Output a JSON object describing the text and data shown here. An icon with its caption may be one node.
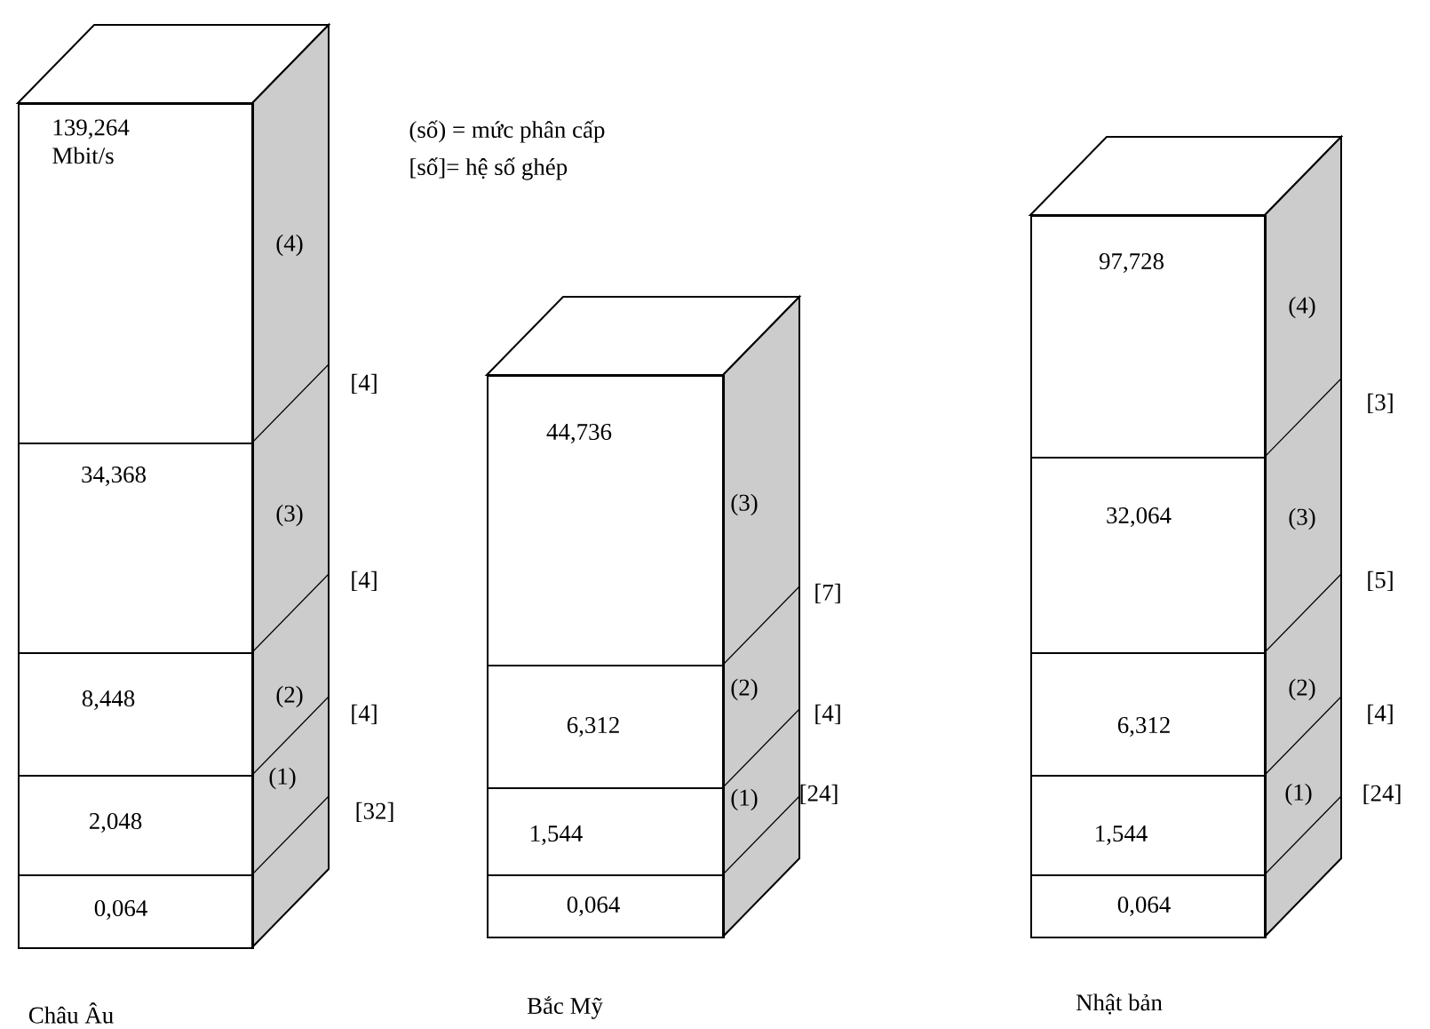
{
  "diagram": {
    "nodes": [
      {
        "text": [
          "139,264 Mbit/s"
        ]
      },
      {
        "text": [
          "34,368"
        ]
      },
      {
        "text": [
          "8,448"
        ]
      },
      {
        "text": [
          "2,048"
        ]
      },
      {
        "text": [
          "0,064"
        ]
      },
      {
        "text": [
          "44,736"
        ]
      },
      {
        "text": [
          "6,312"
        ]
      },
      {
        "text": [
          "1,544"
        ]
      },
      {
        "text": [
          "0,064"
        ]
      },
      {
        "text": [
          "97,728"
        ]
      },
      {
        "text": [
          "32,064"
        ]
      },
      {
        "text": [
          "6,312"
        ]
      },
      {
        "text": [
          "1,544"
        ]
      },
      {
        "text": [
          "0,064"
        ]
      }
    ],
    "labels": [
      "(số) = mức phân cấp",
      "[số]= hệ số ghép",
      "(4)",
      "[4]",
      "(3)",
      "[4]",
      "(2)",
      "[4]",
      "(1)",
      "[32]",
      "Châu Âu",
      "(3)",
      "[7]",
      "(2)",
      "[4]",
      "(1)",
      "[24]",
      "Bắc Mỹ",
      "(4)",
      "[3]",
      "(3)",
      "[5]",
      "(2)",
      "[4]",
      "(1)",
      "[24]",
      "Nhật bản"
    ]
  }
}
